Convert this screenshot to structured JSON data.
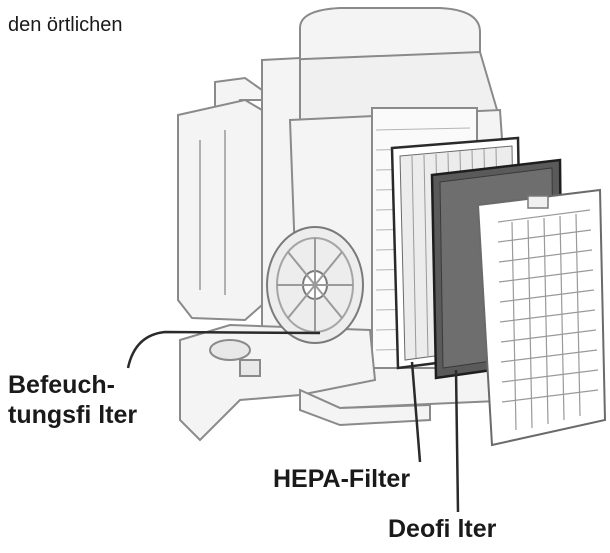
{
  "header": {
    "text": "den örtlichen"
  },
  "labels": {
    "humidifier_filter_line1": "Befeuch-",
    "humidifier_filter_line2": "tungsfi lter",
    "hepa_filter": "HEPA-Filter",
    "deodorizing_filter": "Deofi lter"
  },
  "colors": {
    "line": "#2a2a2a",
    "light_line": "#8a8a8a",
    "body_fill": "#f4f4f4",
    "deo_fill": "#5a5a5a"
  }
}
